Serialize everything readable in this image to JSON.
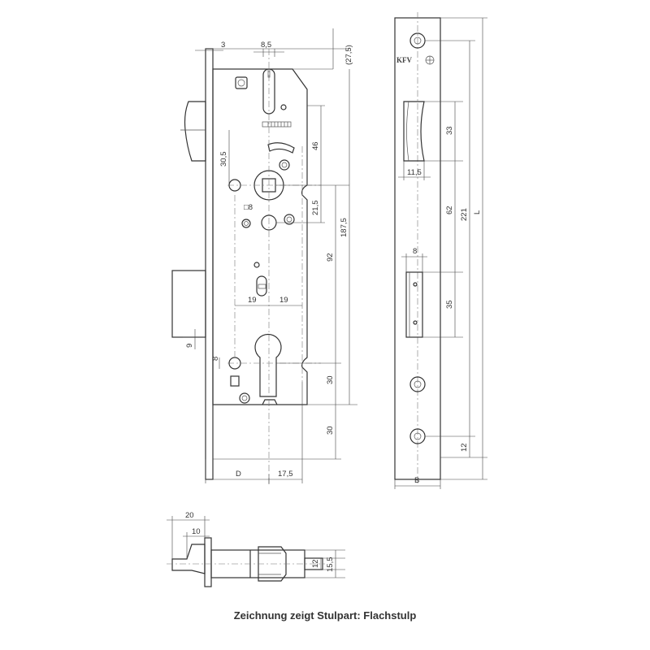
{
  "brand_mark": "KFV",
  "caption": "Zeichnung zeigt Stulpart: Flachstulp",
  "lock_body_dims": {
    "top_offset": "(27,5)",
    "strike_width": "3",
    "follower_width": "8,5",
    "handle_offset": "30,5",
    "spindle_square": "□8",
    "latch_to_spindle": "46",
    "spindle_to_lower": "21,5",
    "total_height": "187,5",
    "spindle_to_cylinder": "92",
    "bolt_left": "19",
    "bolt_right": "19",
    "bolt_throw": "9",
    "cyl_small": "8",
    "cyl_to_bottom_a": "30",
    "cyl_to_bottom_b": "30",
    "backset": "D",
    "backset_offset": "17,5"
  },
  "faceplate_dims": {
    "latch_opening_width": "11,5",
    "latch_opening_height": "33",
    "latch_to_bolt": "62",
    "screw_spacing": "221",
    "overall_length": "L",
    "bolt_opening_width": "8",
    "bolt_opening_height": "35",
    "bottom_margin": "12",
    "faceplate_width": "B"
  },
  "latch_detail_dims": {
    "throw_total": "20",
    "throw_tip": "10",
    "body_height_inner": "12",
    "body_height_outer": "15,5"
  }
}
